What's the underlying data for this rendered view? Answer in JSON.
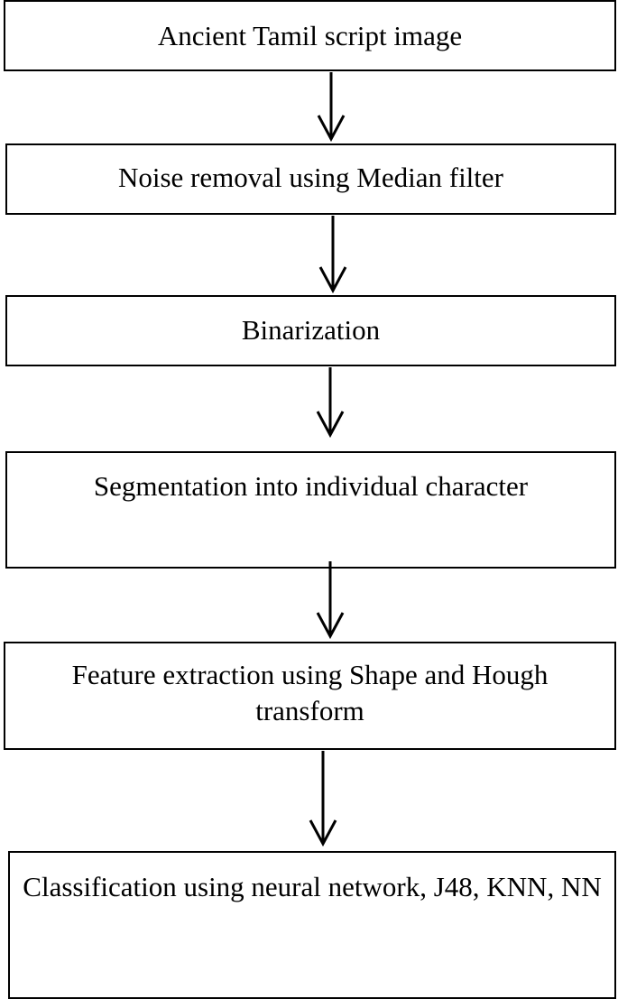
{
  "flowchart": {
    "steps": [
      {
        "label": "Ancient Tamil script image"
      },
      {
        "label": "Noise removal using Median filter"
      },
      {
        "label": "Binarization"
      },
      {
        "label": "Segmentation into individual character"
      },
      {
        "label": "Feature extraction using Shape and Hough transform"
      },
      {
        "label": "Classification using neural network, J48, KNN, NN"
      }
    ],
    "line_color": "#000000",
    "background_color": "#ffffff"
  }
}
